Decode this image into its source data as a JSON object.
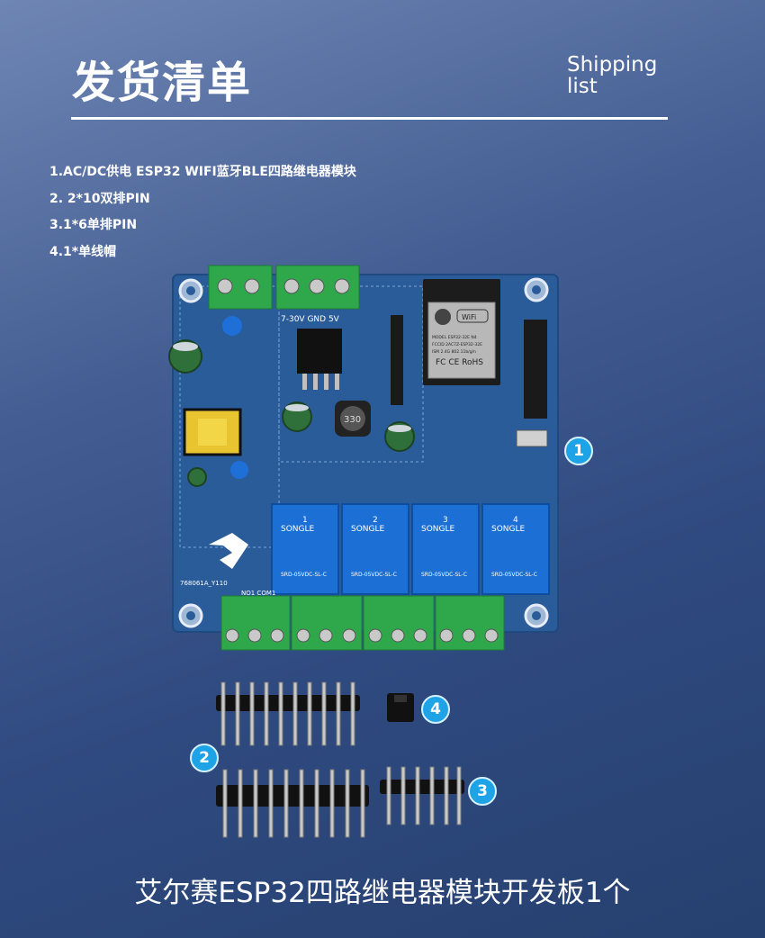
{
  "header": {
    "title": "发货清单",
    "subtitle_line1": "Shipping",
    "subtitle_line2": "list"
  },
  "items": [
    "1.AC/DC供电 ESP32 WIFI蓝牙BLE四路继电器模块",
    "2. 2*10双排PIN",
    "3.1*6单排PIN",
    "4.1*单线帽"
  ],
  "badges": [
    "1",
    "2",
    "3",
    "4"
  ],
  "board": {
    "terminal_label": "7-30V GND 5V",
    "relay_brand": "SONGLE",
    "relay_model": "SRD-05VDC-SL-C",
    "relay_numbers": [
      "1",
      "2",
      "3",
      "4"
    ],
    "inductor_label": "330",
    "module_lines": [
      "MODEL ESP32-32E N4",
      "FCCID 2AC7Z-ESP32-32E",
      "ISM 2.4G 802.11b/g/n"
    ],
    "module_marks": "FC CE RoHS",
    "pcb_code": "768061A_Y110",
    "no_label": "NO1 COM1",
    "wifi_label": "WiFi"
  },
  "footer": {
    "text": "艾尔赛ESP32四路继电器模块开发板1个"
  },
  "colors": {
    "pcb": "#2a5c9a",
    "relay": "#1c6fd4",
    "terminal": "#2fa84c",
    "badge": "#1ea3e6"
  }
}
